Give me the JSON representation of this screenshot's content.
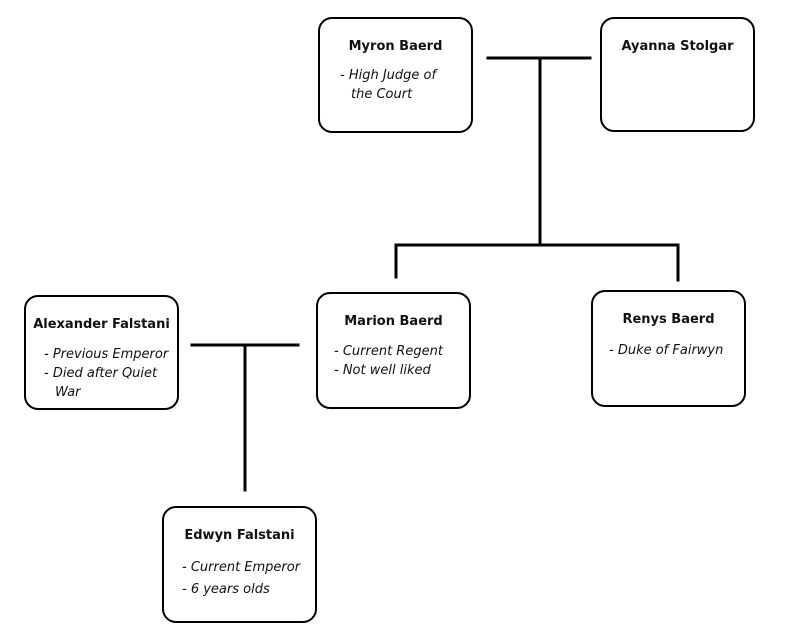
{
  "tree": {
    "people": {
      "myron": {
        "name": "Myron Baerd",
        "notes": [
          "- High Judge of the Court"
        ]
      },
      "ayanna": {
        "name": "Ayanna Stolgar",
        "notes": []
      },
      "marion": {
        "name": "Marion Baerd",
        "notes": [
          "- Current Regent",
          "- Not well liked"
        ]
      },
      "renys": {
        "name": "Renys Baerd",
        "notes": [
          "- Duke of Fairwyn"
        ]
      },
      "alexander": {
        "name": "Alexander Falstani",
        "notes": [
          "- Previous Emperor",
          "- Died after Quiet War"
        ]
      },
      "edwyn": {
        "name": "Edwyn Falstani",
        "notes": [
          "- Current Emperor",
          "- 6 years olds"
        ]
      }
    },
    "unions": [
      {
        "partners": [
          "myron",
          "ayanna"
        ],
        "children": [
          "marion",
          "renys"
        ]
      },
      {
        "partners": [
          "alexander",
          "marion"
        ],
        "children": [
          "edwyn"
        ]
      }
    ]
  }
}
